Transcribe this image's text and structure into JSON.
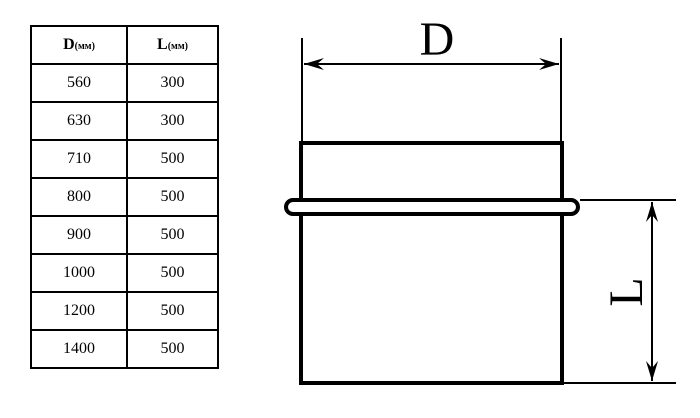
{
  "table": {
    "headers": [
      {
        "symbol": "D",
        "unit": "(мм)"
      },
      {
        "symbol": "L",
        "unit": "(мм)"
      }
    ],
    "rows": [
      [
        "560",
        "300"
      ],
      [
        "630",
        "300"
      ],
      [
        "710",
        "500"
      ],
      [
        "800",
        "500"
      ],
      [
        "900",
        "500"
      ],
      [
        "1000",
        "500"
      ],
      [
        "1200",
        "500"
      ],
      [
        "1400",
        "500"
      ]
    ]
  },
  "drawing": {
    "diameter_label": "D",
    "length_label": "L"
  }
}
